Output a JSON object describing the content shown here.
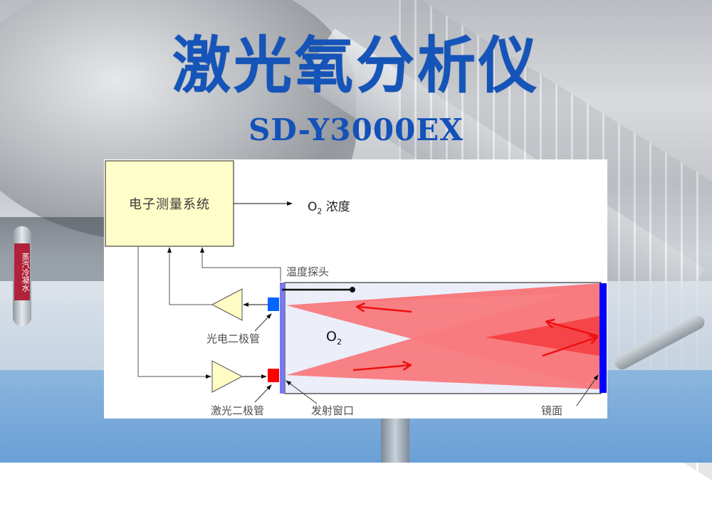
{
  "title": "激光氧分析仪",
  "model": "SD-Y3000EX",
  "background": {
    "pipe_label": "蒸汽冷凝水"
  },
  "diagram": {
    "electronics_box": "电子测量系统",
    "output_label": {
      "symbol": "O",
      "subscript": "2",
      "text": " 浓度"
    },
    "temperature_probe": "温度探头",
    "photodiode": "光电二极管",
    "laser_diode": "激光二极管",
    "emission_window": "发射窗口",
    "mirror": "镜面",
    "gas_label": {
      "symbol": "O",
      "subscript": "2"
    }
  },
  "colors": {
    "title": "#1554b8",
    "box_fill": "#fffec8",
    "amplifier_fill": "#fffbc4",
    "photodiode": "#0066ff",
    "laser_diode": "#ff0000",
    "window": "#7878f0",
    "mirror": "#0000ff",
    "beam": "#f77a7e",
    "beam_overlap": "#f54548",
    "beam_arrow": "#ee1010",
    "chamber_fill": "#eef0fa"
  }
}
